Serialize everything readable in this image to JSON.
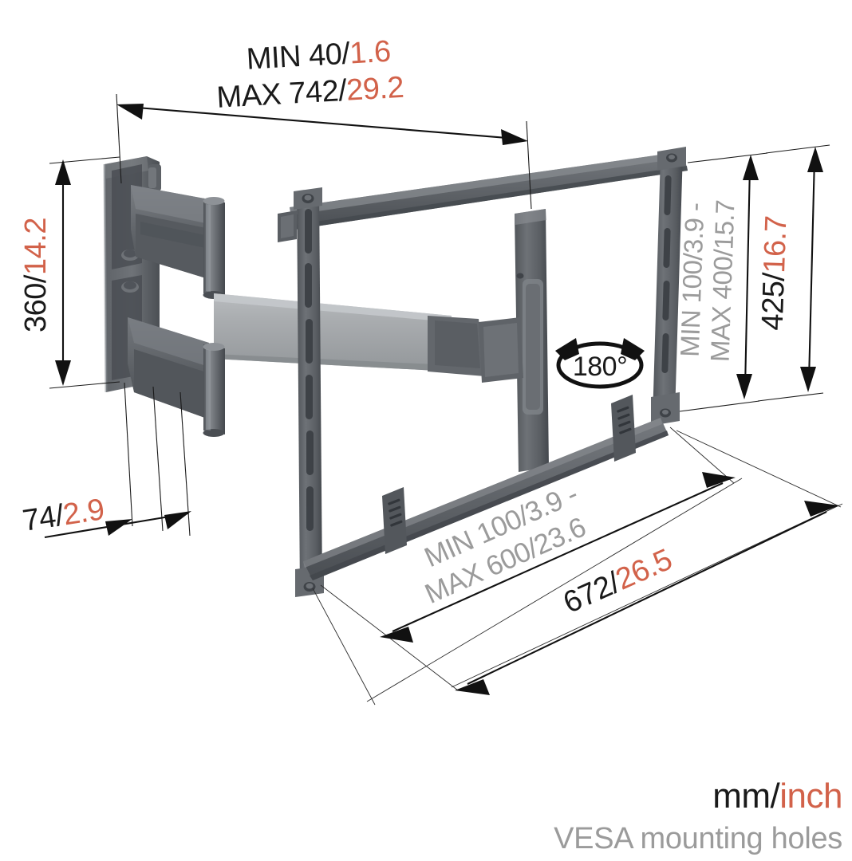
{
  "document": {
    "kind": "technical-dimension-drawing",
    "subject": "Articulating TV wall mount bracket",
    "units_note_mm": "mm",
    "units_note_separator": "/",
    "units_note_inch": "inch",
    "vesa_note": "VESA mounting holes"
  },
  "colors": {
    "accent_orange": "#d2624a",
    "text_black": "#1a1a1a",
    "text_gray": "#9b9b9b",
    "metal_dark": "#56595e",
    "metal_mid": "#6a6e73",
    "metal_light": "#a9acaf",
    "background": "#ffffff"
  },
  "dimensions": {
    "depth_extension": {
      "name": "depth-extension",
      "line1_mm": "MIN 40/",
      "line1_inch": "1.6",
      "line2_mm": "MAX 742/",
      "line2_inch": "29.2",
      "position": "top"
    },
    "wall_plate_height": {
      "name": "wall-plate-height",
      "mm": "360/",
      "inch": "14.2",
      "position": "left"
    },
    "depth_closed": {
      "name": "depth-closed",
      "mm": "74/",
      "inch": "2.9",
      "position": "bottom-left"
    },
    "vesa_vertical": {
      "name": "vesa-vertical-range",
      "line1": "MIN 100/3.9 -",
      "line2": "MAX 400/15.7",
      "position": "right"
    },
    "frame_height": {
      "name": "frame-height",
      "mm": "425/",
      "inch": "16.7",
      "position": "right-outer"
    },
    "vesa_horizontal": {
      "name": "vesa-horizontal-range",
      "line1": "MIN 100/3.9 -",
      "line2": "MAX 600/23.6",
      "position": "bottom-diagonal-inner"
    },
    "frame_width": {
      "name": "frame-width",
      "mm": "672/",
      "inch": "26.5",
      "position": "bottom-diagonal-outer"
    }
  },
  "icons": {
    "rotation": {
      "name": "rotation-180-icon",
      "label": "180°",
      "value": "180",
      "degree_symbol": "°"
    }
  },
  "legend": {
    "units_mm": "mm",
    "units_slash": "/",
    "units_inch": "inch",
    "vesa_caption": "VESA mounting holes"
  }
}
